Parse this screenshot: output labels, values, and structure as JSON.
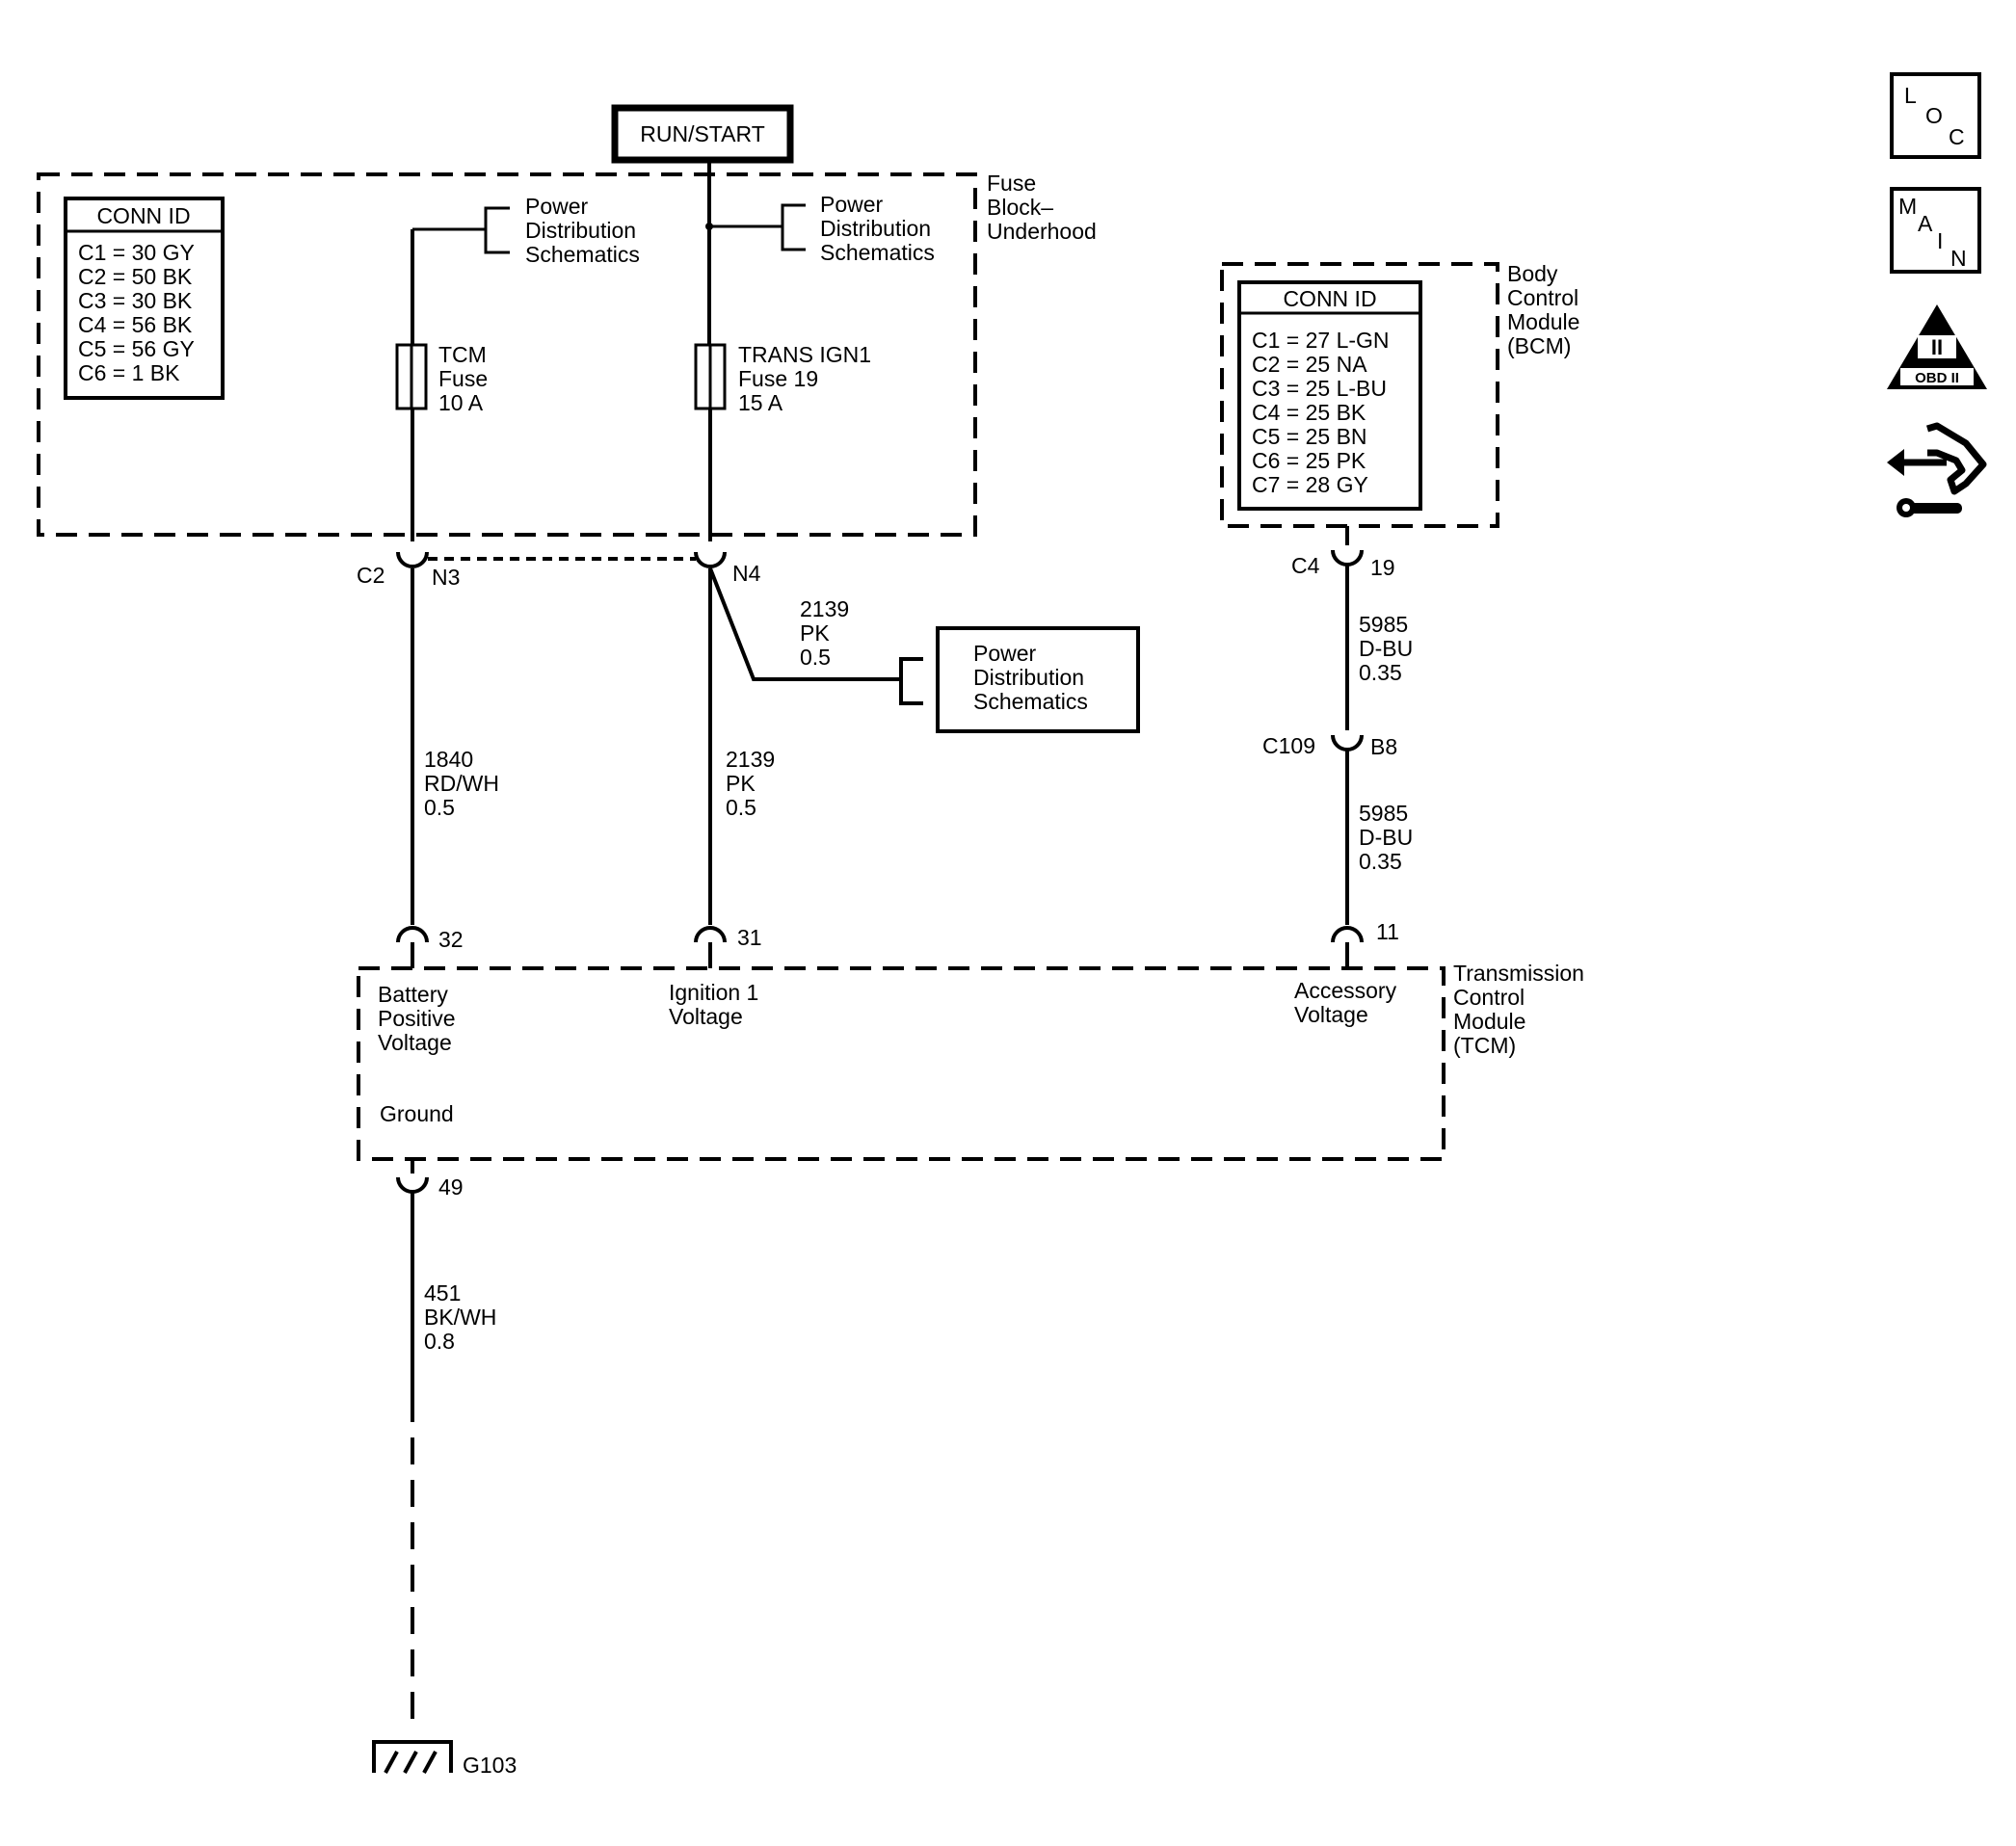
{
  "run_start": "RUN/START",
  "fuse_block": {
    "label": [
      "Fuse",
      "Block–",
      "Underhood"
    ]
  },
  "fb_conn_id": {
    "title": "CONN ID",
    "rows": [
      "C1 = 30 GY",
      "C2 = 50 BK",
      "C3 = 30 BK",
      "C4 = 56 BK",
      "C5 = 56 GY",
      "C6 =  1 BK"
    ]
  },
  "pds_left": [
    "Power",
    "Distribution",
    "Schematics"
  ],
  "pds_mid": [
    "Power",
    "Distribution",
    "Schematics"
  ],
  "pds_box": [
    "Power",
    "Distribution",
    "Schematics"
  ],
  "tcm_fuse": [
    "TCM",
    "Fuse",
    "10 A"
  ],
  "trans_fuse": [
    "TRANS IGN1",
    "Fuse 19",
    "15 A"
  ],
  "bcm": {
    "label": [
      "Body",
      "Control",
      "Module",
      "(BCM)"
    ],
    "conn_title": "CONN ID",
    "rows": [
      "C1 = 27 L-GN",
      "C2 = 25 NA",
      "C3 = 25 L-BU",
      "C4 = 25 BK",
      "C5 = 25 BN",
      "C6 = 25 PK",
      "C7 = 28 GY"
    ]
  },
  "connectors": {
    "c2": "C2",
    "n3": "N3",
    "n4": "N4",
    "c4": "C4",
    "pin19": "19",
    "c109": "C109",
    "b8": "B8",
    "pin32": "32",
    "pin31": "31",
    "pin11": "11",
    "pin49": "49"
  },
  "wires": {
    "w1840": [
      "1840",
      "RD/WH",
      "0.5"
    ],
    "w2139_branch": [
      "2139",
      "PK",
      "0.5"
    ],
    "w2139": [
      "2139",
      "PK",
      "0.5"
    ],
    "w5985_top": [
      "5985",
      "D-BU",
      "0.35"
    ],
    "w5985_bot": [
      "5985",
      "D-BU",
      "0.35"
    ],
    "w451": [
      "451",
      "BK/WH",
      "0.8"
    ]
  },
  "tcm": {
    "label": [
      "Transmission",
      "Control",
      "Module",
      "(TCM)"
    ],
    "battery": [
      "Battery",
      "Positive",
      "Voltage"
    ],
    "ignition": [
      "Ignition 1",
      "Voltage"
    ],
    "accessory": [
      "Accessory",
      "Voltage"
    ],
    "ground": "Ground"
  },
  "ground_point": "G103",
  "side_icons": {
    "loc": [
      "L",
      "O",
      "C"
    ],
    "main": [
      "M",
      "A",
      "I",
      "N"
    ],
    "obd_numeral": "II",
    "obd_label": "OBD II"
  }
}
